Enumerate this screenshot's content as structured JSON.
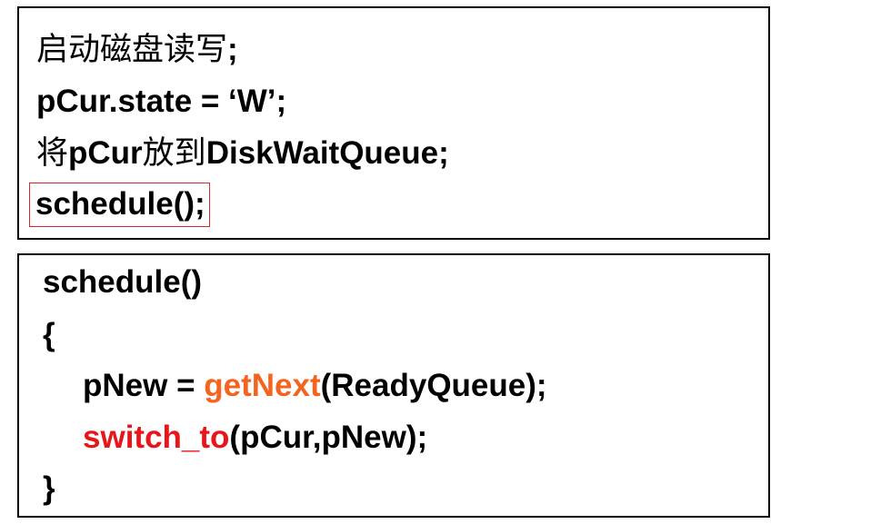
{
  "colors": {
    "text": "#000000",
    "highlight_border": "#e0242b",
    "orange_call": "#f5641e",
    "red_call": "#e8151b"
  },
  "box1": {
    "line1_text": "启动磁盘读写",
    "line1_punct": ";",
    "line2": "pCur.state = ‘W’;",
    "line3_cjk1": "将",
    "line3_code1": "pCur",
    "line3_cjk2": "放到",
    "line3_code2": "DiskWaitQueue;",
    "line4": "schedule();"
  },
  "box2": {
    "signature": "schedule()",
    "open_brace": "{",
    "stmt1_pre": "pNew = ",
    "stmt1_func": "getNext",
    "stmt1_post": "(ReadyQueue);",
    "stmt2_func": "switch_to",
    "stmt2_post": "(pCur,pNew);",
    "close_brace": "}"
  }
}
